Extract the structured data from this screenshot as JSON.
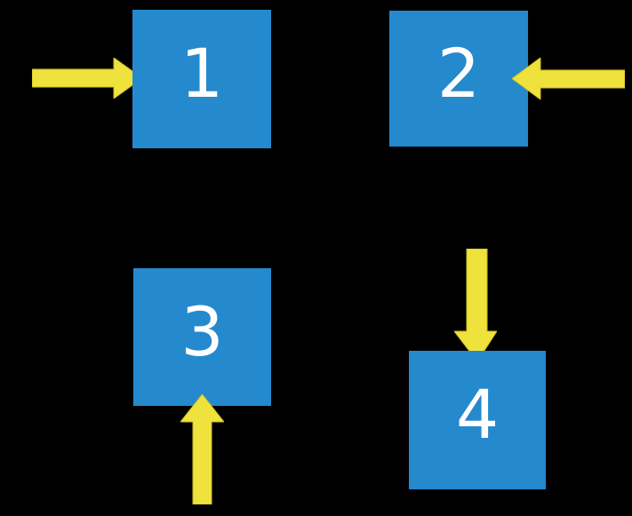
{
  "colors": {
    "background": "#000000",
    "square": "#2589CE",
    "arrow": "#F0E23C",
    "arrow_outline": "#CDBF22",
    "label": "#FFFFFF"
  },
  "squares": [
    {
      "label": "1"
    },
    {
      "label": "2"
    },
    {
      "label": "3"
    },
    {
      "label": "4"
    }
  ],
  "icons": {
    "arrow_right": "arrow-right-icon",
    "arrow_left": "arrow-left-icon",
    "arrow_up": "arrow-up-icon",
    "arrow_down": "arrow-down-icon"
  }
}
